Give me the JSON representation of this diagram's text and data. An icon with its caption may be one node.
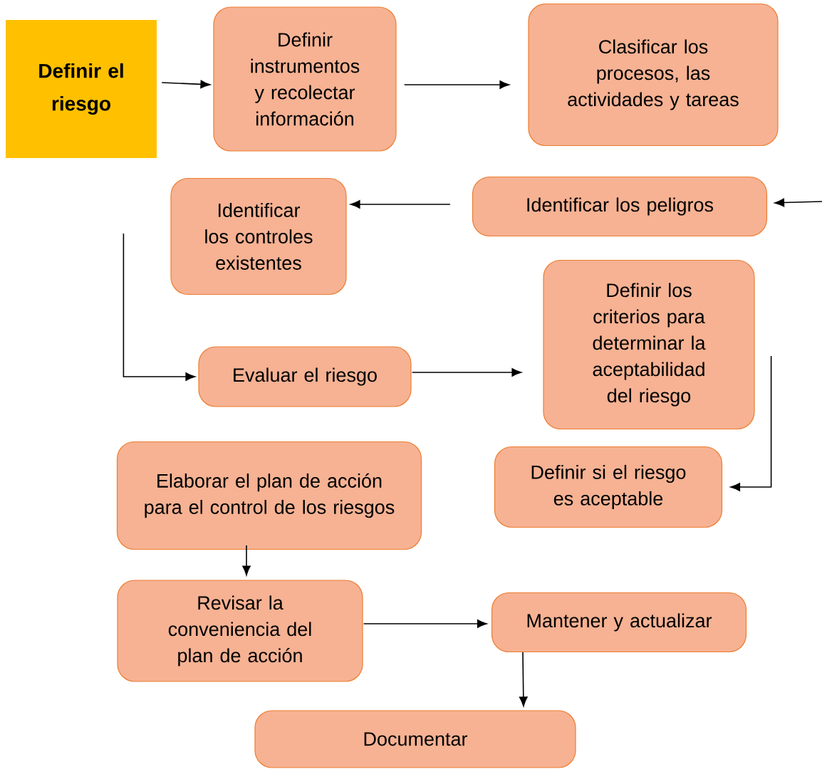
{
  "diagram": {
    "nodes": [
      {
        "text": [
          "Definir el riesgo"
        ]
      },
      {
        "text": [
          "Definir instrumentos y recolectar información"
        ]
      },
      {
        "text": [
          "Clasificar los procesos, las actividades y tareas"
        ]
      },
      {
        "text": [
          "Identificar los controles existentes"
        ]
      },
      {
        "text": [
          "Identificar los peligros"
        ]
      },
      {
        "text": [
          "Evaluar el riesgo"
        ]
      },
      {
        "text": [
          "Definir los criterios para determinar la aceptabilidad del riesgo"
        ]
      },
      {
        "text": [
          "Elaborar el plan de acción para el control de los riesgos"
        ]
      },
      {
        "text": [
          "Definir si el riesgo es aceptable"
        ]
      },
      {
        "text": [
          "Revisar la conveniencia del plan de acción"
        ]
      },
      {
        "text": [
          "Mantener y actualizar"
        ]
      },
      {
        "text": [
          "Documentar"
        ]
      }
    ],
    "edges": [
      {
        "from": 0,
        "to": 1,
        "arrow": "to"
      },
      {
        "from": 1,
        "to": 2,
        "arrow": "to"
      },
      {
        "from": null,
        "to": 4,
        "arrow": "to"
      },
      {
        "from": 4,
        "to": 3,
        "arrow": "to"
      },
      {
        "from": 3,
        "to": 5,
        "arrow": "to"
      },
      {
        "from": 5,
        "to": 6,
        "arrow": "to"
      },
      {
        "from": 6,
        "to": 8,
        "arrow": "to"
      },
      {
        "from": 7,
        "to": 9,
        "arrow": "to"
      },
      {
        "from": 9,
        "to": 10,
        "arrow": "to"
      },
      {
        "from": 10,
        "to": 11,
        "arrow": "to"
      }
    ]
  }
}
